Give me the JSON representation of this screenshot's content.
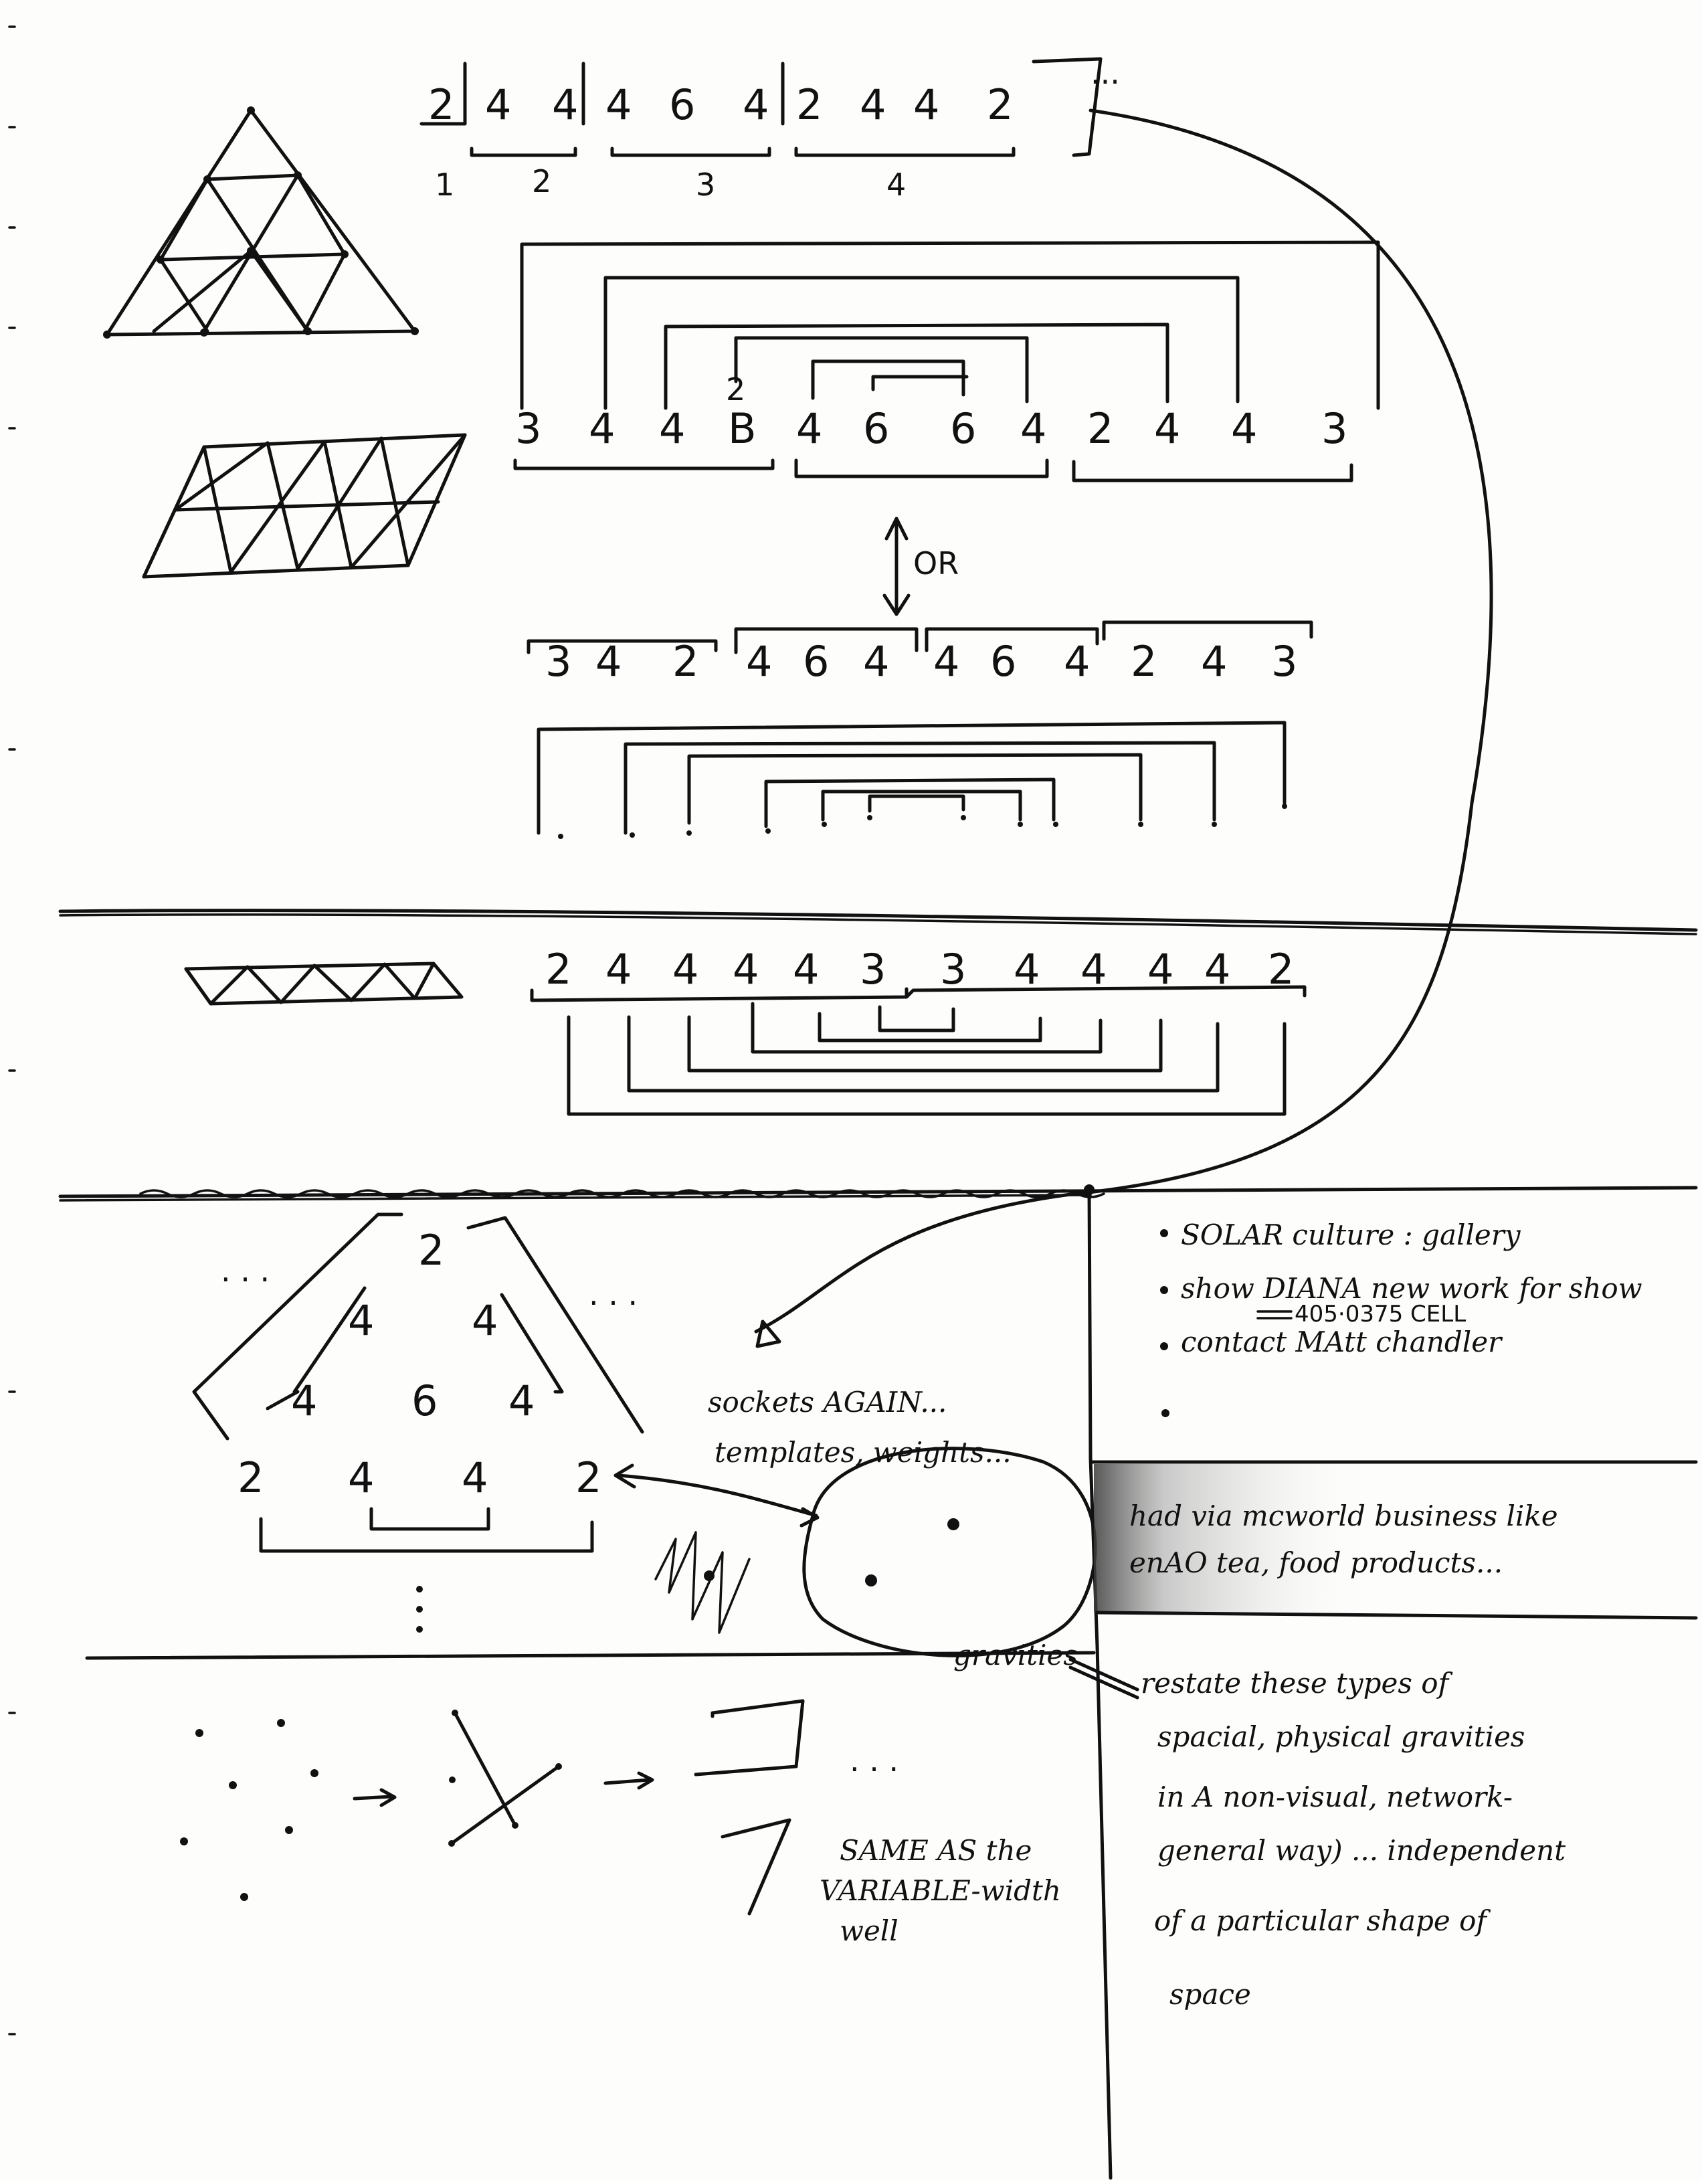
{
  "top_sequence": {
    "groups": [
      [
        "2"
      ],
      [
        "4",
        "4"
      ],
      [
        "4",
        "6",
        "4"
      ],
      [
        "2",
        "4",
        "4",
        "2"
      ]
    ],
    "labels": [
      "1",
      "2",
      "3",
      "4"
    ],
    "ellipsis": "..."
  },
  "row_a": {
    "numbers": [
      "3",
      "4",
      "4",
      "B",
      "4",
      "6",
      "6",
      "4",
      "2",
      "4",
      "4",
      "3"
    ],
    "superscript": "2"
  },
  "or_label": "OR",
  "row_b": {
    "numbers": [
      "3",
      "4",
      "2",
      "4",
      "6",
      "4",
      "4",
      "6",
      "4",
      "2",
      "4",
      "3"
    ]
  },
  "row_c": {
    "numbers": [
      "2",
      "4",
      "4",
      "4",
      "4",
      "3",
      "3",
      "4",
      "4",
      "4",
      "4",
      "2"
    ]
  },
  "pyramid": {
    "rows": [
      [
        "2"
      ],
      [
        "4",
        "4"
      ],
      [
        "4",
        "6",
        "4"
      ],
      [
        "2",
        "4",
        "4",
        "2"
      ]
    ],
    "ellipsis": ". . ."
  },
  "sockets_note": {
    "line1": "sockets AGAIN...",
    "line2": "templates, weights..."
  },
  "gravities_label": "gravities",
  "todo_list": {
    "items": [
      "SOLAR culture : gallery",
      "show DIANA new work for show",
      "contact MAtt chandler",
      ""
    ],
    "phone": "405·0375 CELL"
  },
  "shaded_note": {
    "line1": "had via mcworld business like",
    "line2": "enAO tea, food products..."
  },
  "restate_note": {
    "lines": [
      "restate these types of",
      "spacial, physical gravities",
      "in A non-visual, network-",
      "general way) ... independent",
      "of a particular shape of",
      "space"
    ]
  },
  "bottom_note": {
    "lines": [
      "SAME AS the",
      "VARIABLE-width",
      "well"
    ]
  },
  "arrow_ellipsis": "· · ·"
}
